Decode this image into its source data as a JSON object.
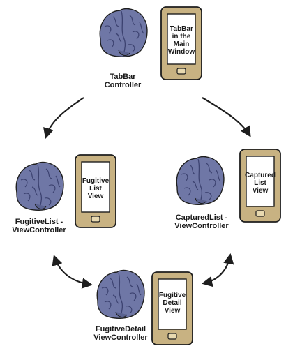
{
  "diagram": {
    "nodes": {
      "tabbar": {
        "controller_label": "TabBar\nController",
        "screen_label": "TabBar\nin the\nMain\nWindow"
      },
      "fugitive_list": {
        "controller_label": "FugitiveList -\nViewController",
        "screen_label": "Fugitive\nList\nView"
      },
      "captured_list": {
        "controller_label": "CapturedList -\nViewController",
        "screen_label": "Captured\nList\nView"
      },
      "fugitive_detail": {
        "controller_label": "FugitiveDetail\nViewController",
        "screen_label": "Fugitive\nDetail\nView"
      }
    },
    "colors": {
      "brain_fill": "#6f77a6",
      "brain_fold": "#3c4270",
      "phone_body": "#c8b282",
      "phone_screen": "#ffffff",
      "outline": "#1e1e1e"
    },
    "icons": [
      "brain-icon",
      "phone-icon",
      "arrow-icon"
    ]
  }
}
